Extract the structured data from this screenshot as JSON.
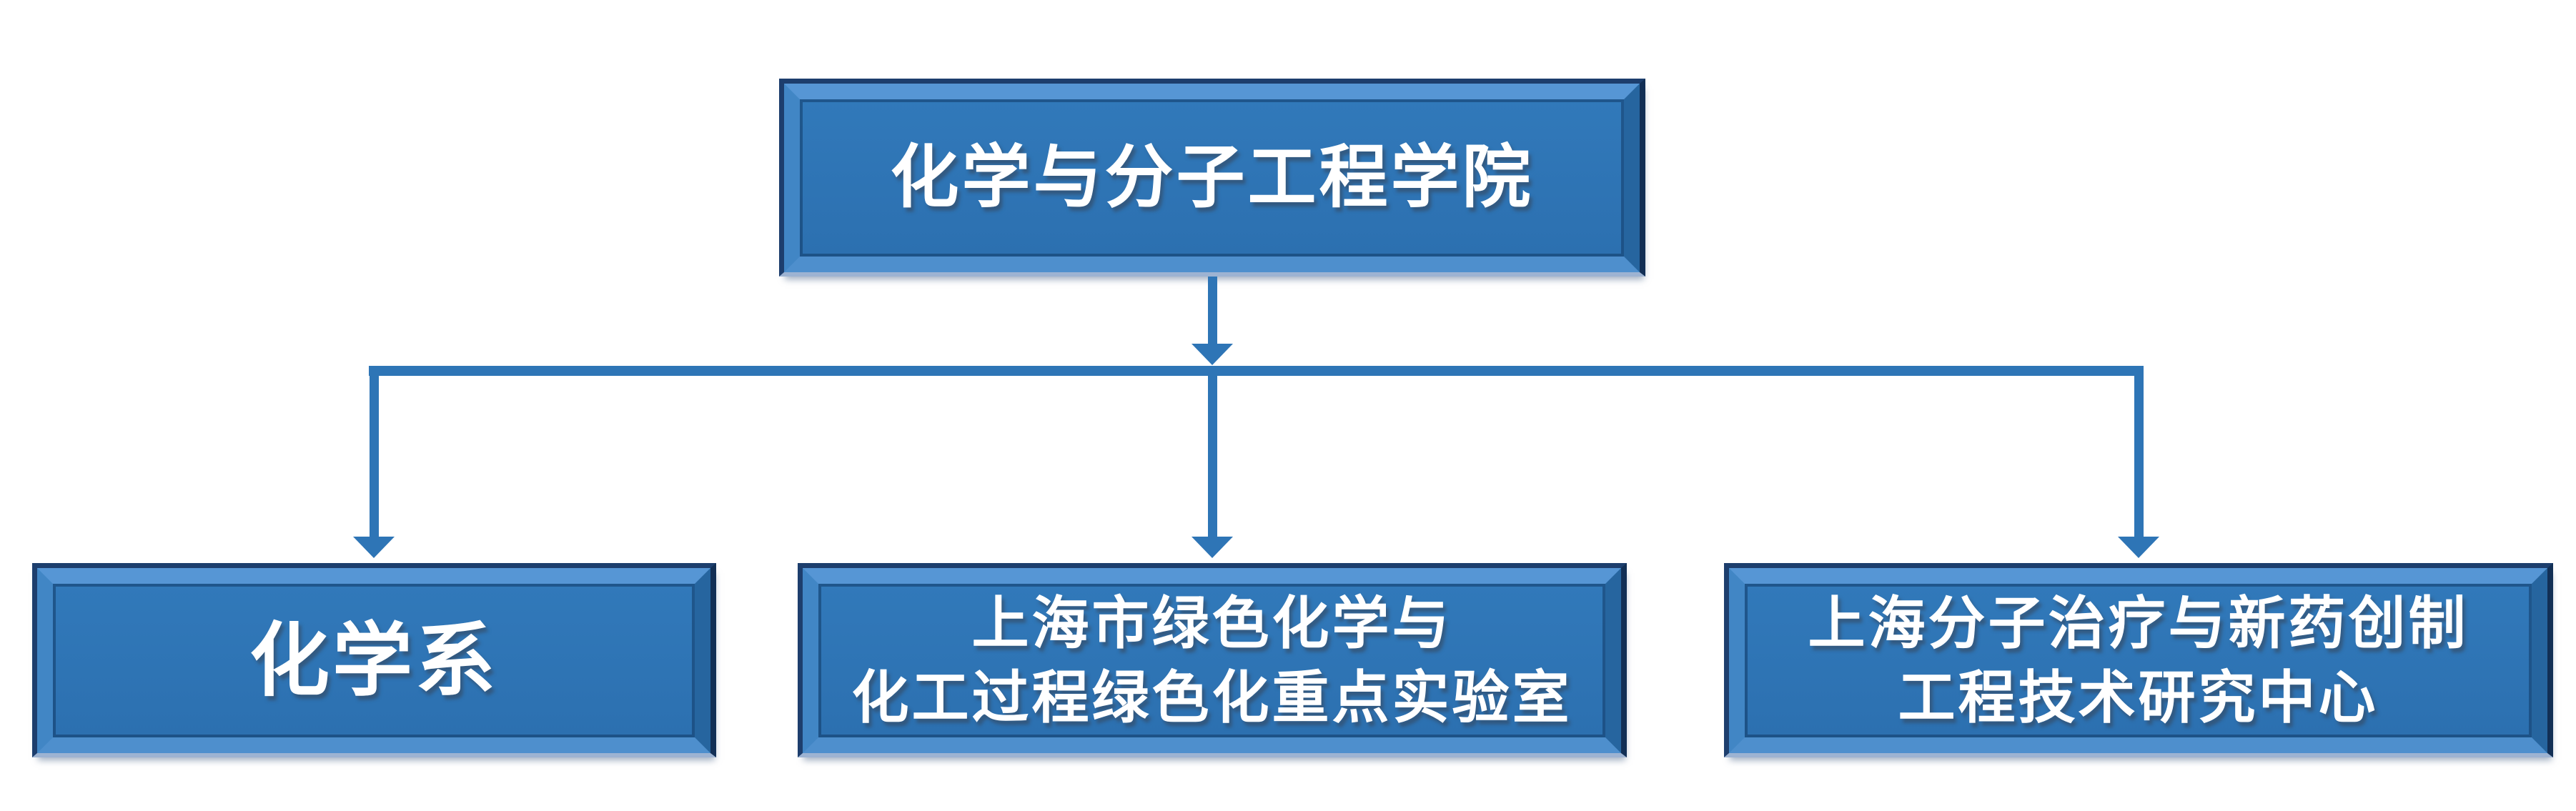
{
  "diagram": {
    "type": "org-chart",
    "nodes": {
      "root": {
        "id": "college",
        "lines": [
          "化学与分子工程学院"
        ]
      },
      "children": [
        {
          "id": "chemistry-department",
          "lines": [
            "化学系"
          ]
        },
        {
          "id": "green-chemistry-key-lab",
          "lines": [
            "上海市绿色化学与",
            "化工过程绿色化重点实验室"
          ]
        },
        {
          "id": "molecular-therapeutics-center",
          "lines": [
            "上海分子治疗与新药创制",
            "工程技术研究中心"
          ]
        }
      ]
    }
  },
  "colors": {
    "connector": "#2e75b6",
    "node-face": "#3179ba",
    "node-face-2": "#2c70b0",
    "bevel-top": "#5696d5",
    "bevel-left": "#4186c5",
    "bevel-right": "#26659f",
    "bevel-bottom": "#4e8fcd",
    "edge-dark": "#1d3e6d",
    "edge-side": "#122f55",
    "edge-light": "#9db3d2",
    "label-color": "#ffffff"
  }
}
